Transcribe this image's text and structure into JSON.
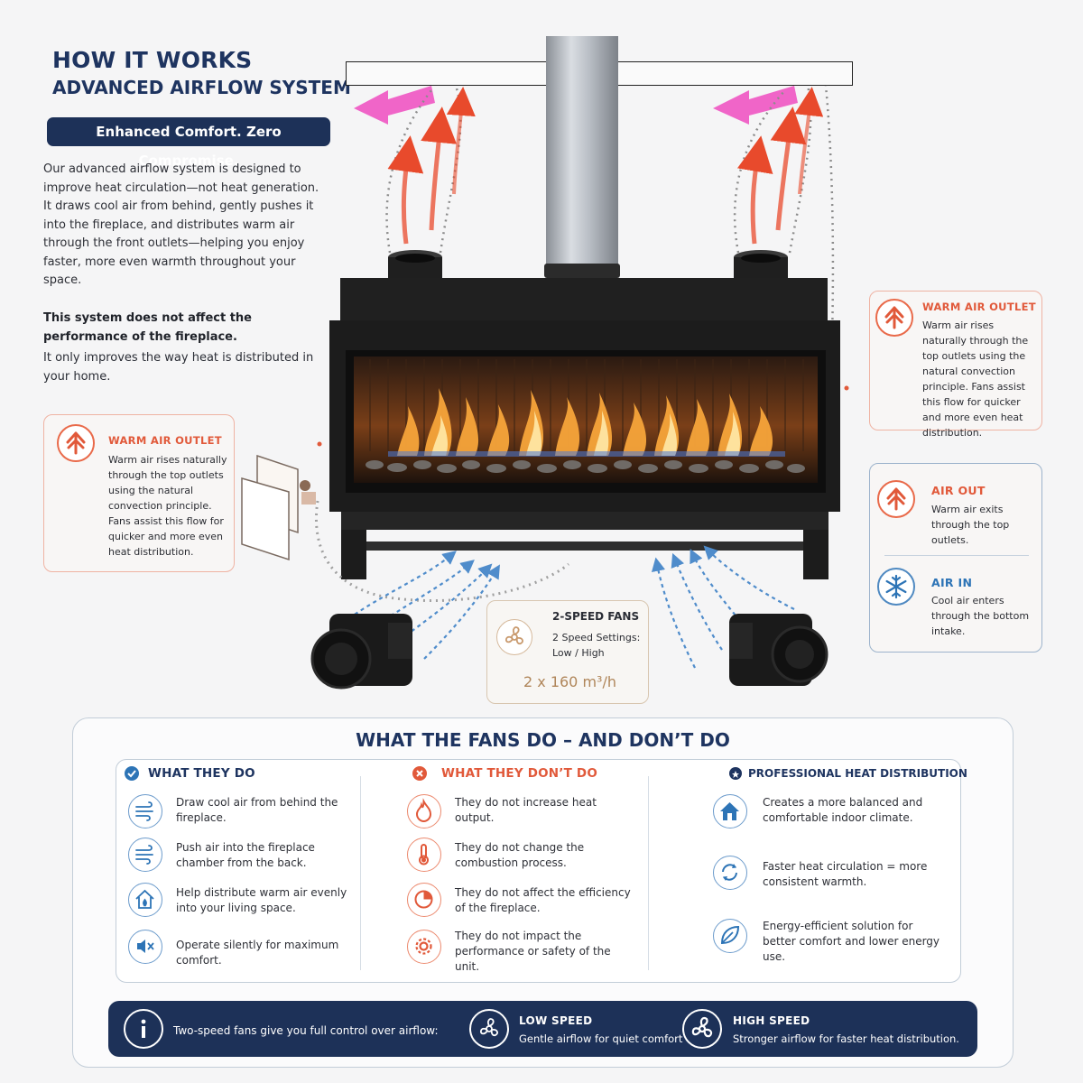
{
  "header": {
    "title": "HOW IT WORKS",
    "subtitle": "ADVANCED AIRFLOW SYSTEM",
    "tagline": "Enhanced Comfort. Zero Compromise."
  },
  "intro": {
    "paragraph": "Our advanced airflow system is designed to improve heat circulation—not heat generation. It draws cool air from behind, gently pushes it into the fireplace, and distributes warm air through the front outlets—helping you enjoy faster, more even warmth throughout your space.",
    "bold_note": "This system does not affect the performance of the fireplace.",
    "note": "It only improves the way heat is distributed in your home."
  },
  "callouts": {
    "left_outlet": {
      "title": "WARM AIR OUTLET",
      "text": "Warm air rises naturally through the top outlets using the natural convection principle. Fans assist this flow for quicker and more even heat distribution."
    },
    "right_outlet": {
      "title": "WARM AIR OUTLET",
      "text": "Warm air rises naturally through the top outlets using the natural convection principle. Fans assist this flow for quicker and more even heat distribution."
    },
    "air_out": {
      "title": "AIR OUT",
      "text": "Warm air exits through the top outlets."
    },
    "air_in": {
      "title": "AIR IN",
      "text": "Cool air enters through the bottom intake."
    },
    "fans": {
      "title": "2-SPEED FANS",
      "text": "2 Speed Settings: Low / High",
      "capacity": "2 x 160 m³/h"
    }
  },
  "panel": {
    "title": "WHAT THE FANS DO – AND DON’T DO",
    "do": {
      "heading": "WHAT THEY DO",
      "items": [
        "Draw cool air from behind the fireplace.",
        "Push air into the fireplace chamber from the back.",
        "Help distribute warm air evenly into your living space.",
        "Operate silently for maximum comfort."
      ]
    },
    "dont": {
      "heading": "WHAT THEY DON’T DO",
      "items": [
        "They do not increase heat output.",
        "They do not change the combustion process.",
        "They do not affect the efficiency of the fireplace.",
        "They do not impact the performance or safety of the unit."
      ]
    },
    "pro": {
      "heading": "PROFESSIONAL HEAT DISTRIBUTION",
      "items": [
        "Creates a more balanced and comfortable indoor climate.",
        "Faster heat circulation = more consistent warmth.",
        "Energy-efficient solution for better comfort and lower energy use."
      ]
    }
  },
  "footer": {
    "info": "Two-speed fans give you full control over airflow:",
    "low_title": "LOW SPEED",
    "low_text": "Gentle airflow for quiet comfort",
    "high_title": "HIGH SPEED",
    "high_text": "Stronger airflow for faster heat distribution."
  },
  "colors": {
    "navy": "#1d3158",
    "orange": "#e1593a",
    "blue": "#2d74b6",
    "pink": "#f065c8"
  },
  "icons": [
    "arrow-up-icon",
    "snowflake-icon",
    "fan-icon",
    "wind-icon",
    "house-icon",
    "mute-icon",
    "flame-icon",
    "thermometer-icon",
    "pie-chart-icon",
    "gear-icon",
    "refresh-icon",
    "leaf-icon",
    "info-icon",
    "check-icon",
    "x-icon",
    "star-icon"
  ]
}
